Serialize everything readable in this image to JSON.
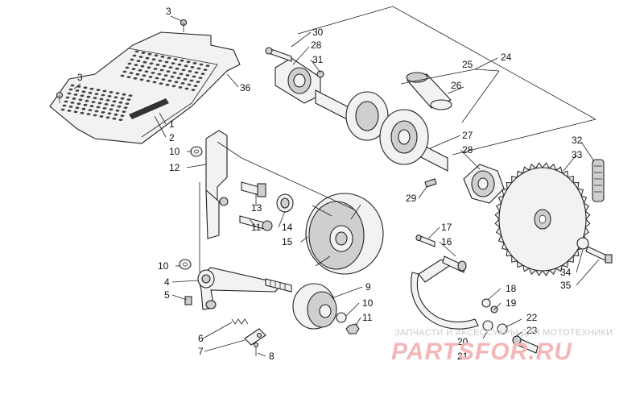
{
  "callouts": [
    "1",
    "2",
    "3",
    "4",
    "5",
    "6",
    "7",
    "8",
    "9",
    "10",
    "11",
    "12",
    "13",
    "14",
    "15",
    "16",
    "17",
    "18",
    "19",
    "20",
    "21",
    "22",
    "23",
    "24",
    "25",
    "26",
    "27",
    "28",
    "29",
    "30",
    "31",
    "32",
    "33",
    "34",
    "35",
    "36"
  ],
  "watermark": {
    "caption": "ЗАПЧАСТИ И АКСЕССУАРЫ ДЛЯ МОТОТЕХНИКИ",
    "logo": "PARTSFOR.RU"
  }
}
